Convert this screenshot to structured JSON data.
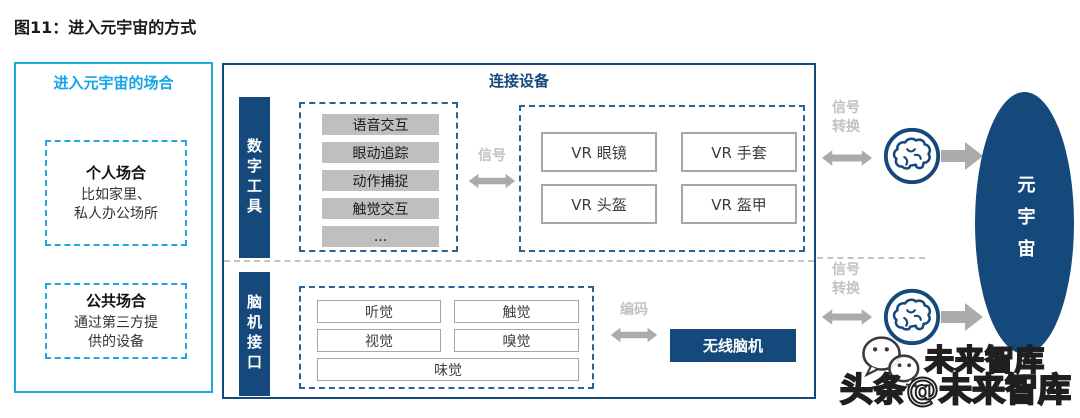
{
  "title": "图11：进入元宇宙的方式",
  "colors": {
    "dark_blue": "#15497B",
    "cyan": "#1FA8E0",
    "button_gray": "#BFBFBF",
    "arrow_gray": "#ABABAB"
  },
  "left_panel": {
    "header": "进入元宇宙的场合",
    "personal": {
      "title": "个人场合",
      "line1": "比如家里、",
      "line2": "私人办公场所"
    },
    "public": {
      "title": "公共场合",
      "line1": "通过第三方提",
      "line2": "供的设备"
    }
  },
  "main_panel": {
    "header": "连接设备",
    "digital": {
      "label": "数字工具",
      "items": [
        "语音交互",
        "眼动追踪",
        "动作捕捉",
        "触觉交互",
        "..."
      ],
      "arrow_label": "信号",
      "devices": [
        "VR 眼镜",
        "VR 手套",
        "VR 头盔",
        "VR 盔甲"
      ]
    },
    "bci": {
      "label": "脑机接口",
      "senses": [
        "听觉",
        "触觉",
        "视觉",
        "嗅觉",
        "味觉"
      ],
      "arrow_label": "编码",
      "device": "无线脑机"
    }
  },
  "right": {
    "signal_top_line1": "信号",
    "signal_top_line2": "转换",
    "signal_bottom_line1": "信号",
    "signal_bottom_line2": "转换",
    "metaverse": "元宇宙"
  },
  "watermarks": {
    "wechat_text": "未来智库",
    "toutiao_text": "头条@未来智库"
  }
}
